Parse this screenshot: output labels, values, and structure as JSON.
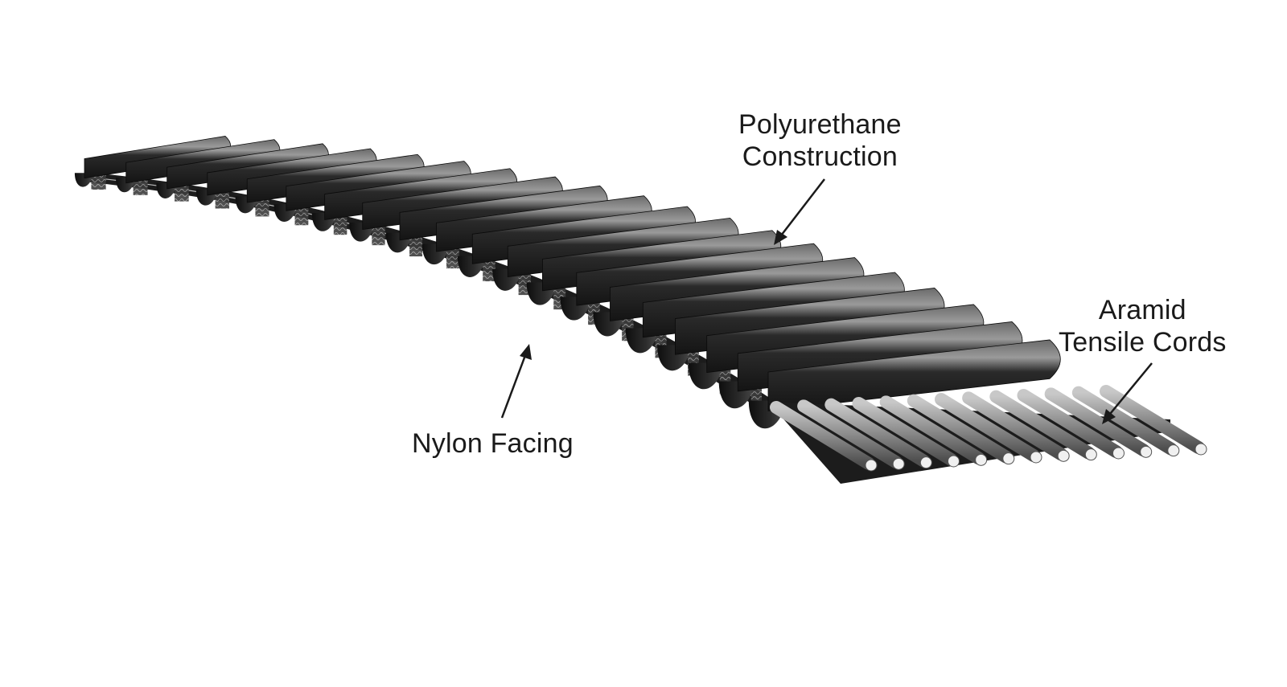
{
  "labels": {
    "polyurethane": {
      "lines": [
        "Polyurethane",
        "Construction"
      ]
    },
    "aramid": {
      "lines": [
        "Aramid",
        "Tensile Cords"
      ]
    },
    "nylon": {
      "lines": [
        "Nylon Facing"
      ]
    }
  },
  "belt": {
    "tooth_count": 20,
    "cord_count": 13
  },
  "colors": {
    "tooth_dark": "#1c1c1c",
    "tooth_mid": "#3a3a3a",
    "tooth_highlight": "#8a8a8a",
    "nylon_fabric": "#5a5a5a",
    "cord": "#9a9a9a",
    "text": "#1a1a1a"
  }
}
